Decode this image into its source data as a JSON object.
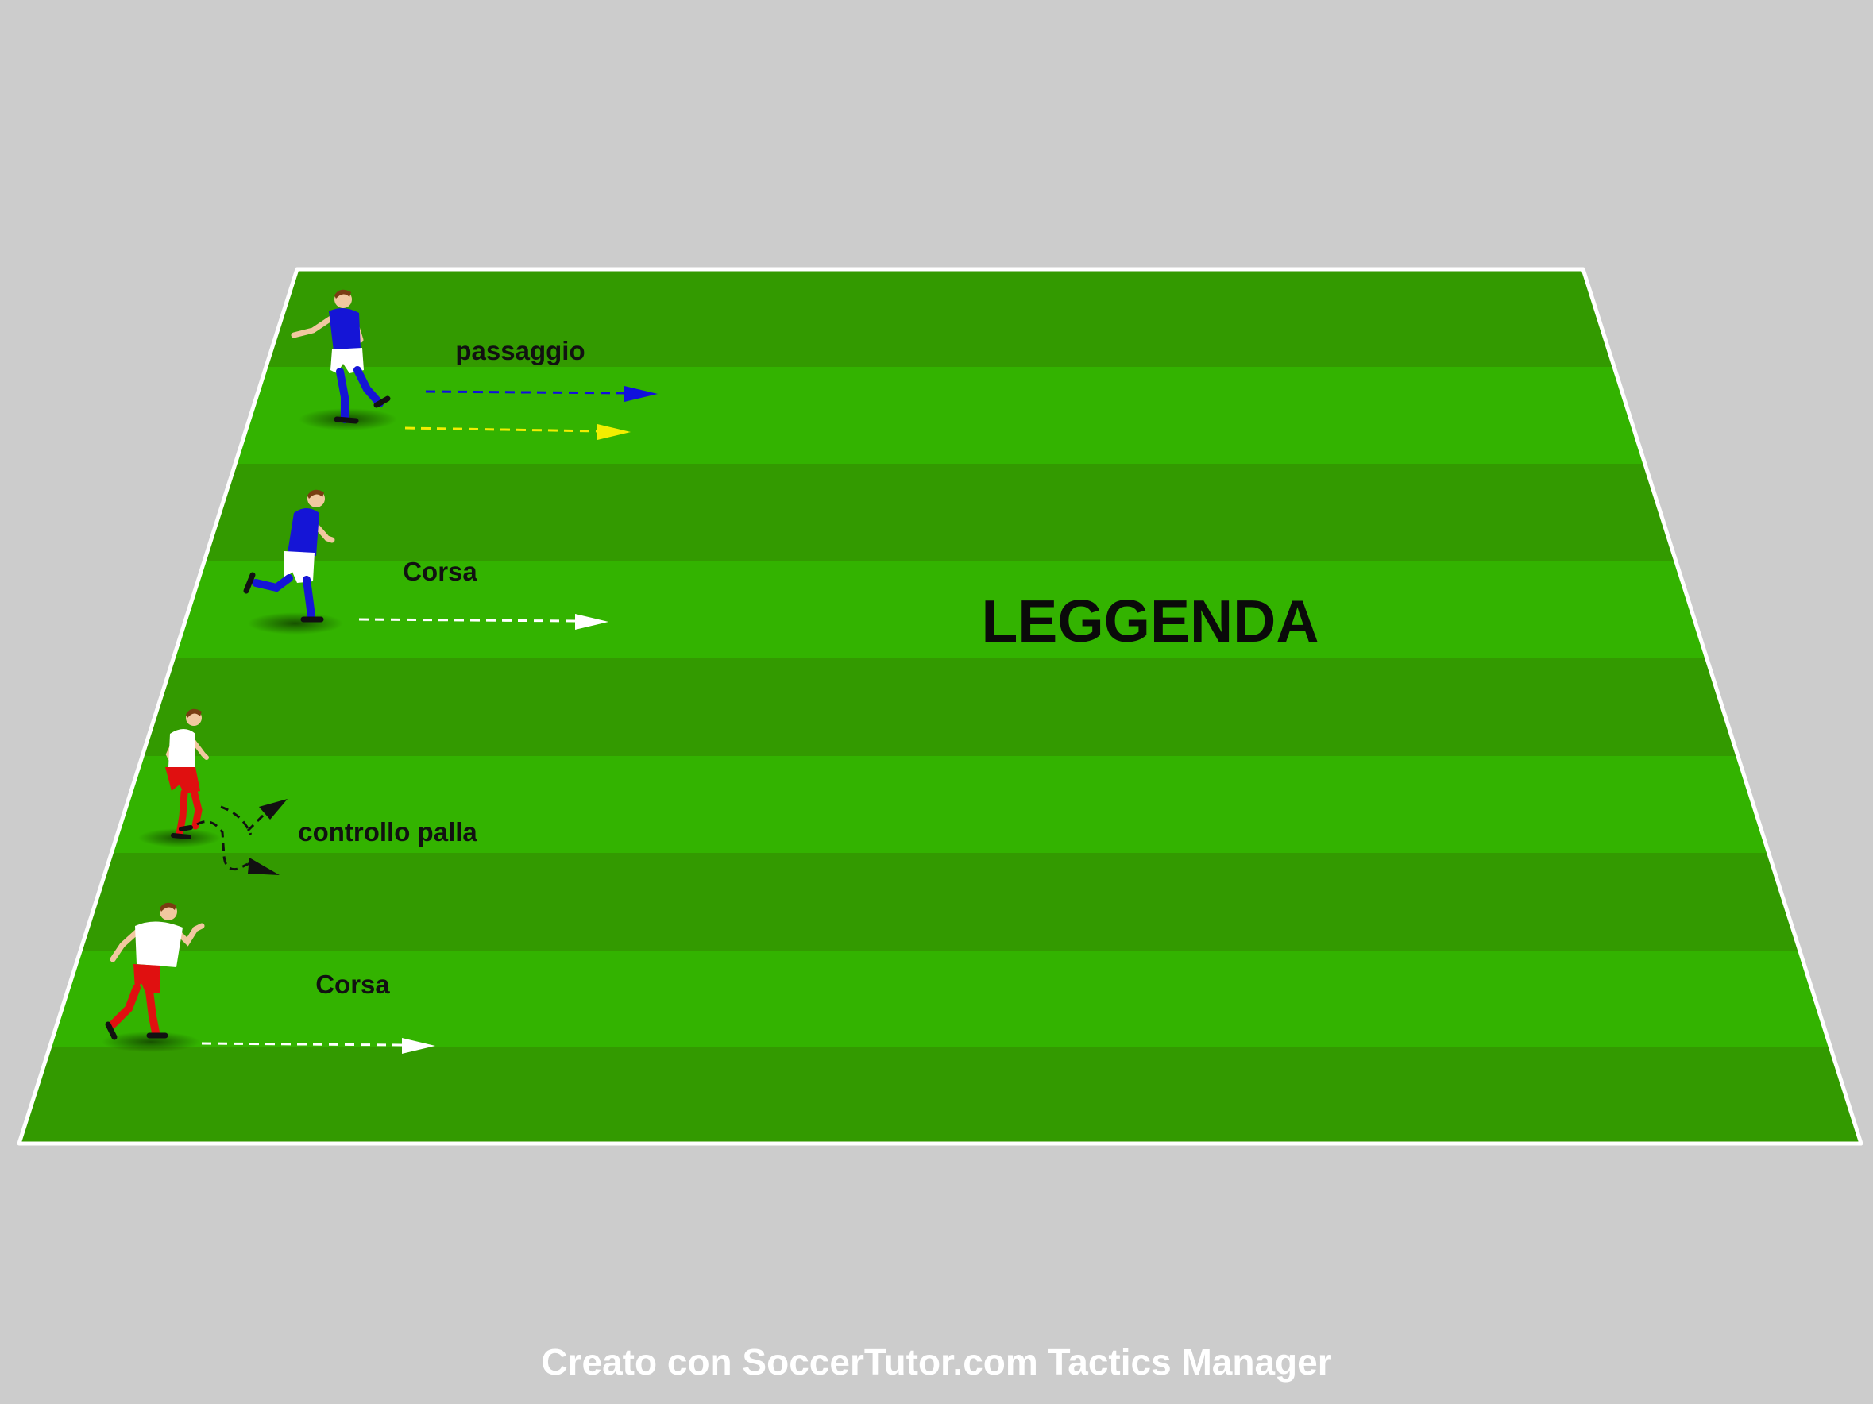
{
  "diagram": {
    "title": "LEGGENDA",
    "credit": "Creato con SoccerTutor.com Tactics Manager",
    "legend": [
      {
        "label": "passaggio",
        "meaning": "pass",
        "arrow_colors": [
          "#1010dd",
          "#f2ee00"
        ]
      },
      {
        "label": "Corsa",
        "meaning": "run (blue team)",
        "arrow_colors": [
          "#ffffff"
        ]
      },
      {
        "label": "controllo palla",
        "meaning": "ball control / dribble",
        "arrow_colors": [
          "#111111"
        ]
      },
      {
        "label": "Corsa",
        "meaning": "run (red team)",
        "arrow_colors": [
          "#ffffff"
        ]
      }
    ],
    "colors": {
      "background": "#cccccc",
      "pitch_dark": "#339a00",
      "pitch_light": "#33b300",
      "pitch_line": "#ffffff",
      "blue_team_shirt": "#1515d6",
      "red_team_shorts": "#e01010"
    },
    "players": [
      {
        "team": "blue",
        "icon": "blue-player-kicking-icon"
      },
      {
        "team": "blue",
        "icon": "blue-player-running-icon"
      },
      {
        "team": "red",
        "icon": "red-player-dribbling-icon"
      },
      {
        "team": "red",
        "icon": "red-player-running-icon"
      }
    ]
  }
}
